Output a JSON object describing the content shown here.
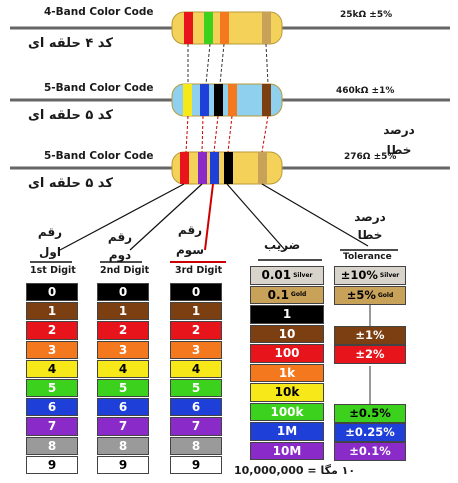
{
  "rows": [
    {
      "title": "4-Band Color Code",
      "fa": "کد ۴ حلقه ای",
      "value": "25kΩ ±5%"
    },
    {
      "title": "5-Band Color Code",
      "fa": "کد ۵ حلقه ای",
      "value": "460kΩ ±1%"
    },
    {
      "title": "5-Band Color Code",
      "fa": "کد ۵ حلقه ای",
      "value": "276Ω ±5%"
    }
  ],
  "percent_error_fa": "درصد خطا",
  "headers": {
    "d1_fa": "رقم اول",
    "d2_fa": "رقم دوم",
    "d3_fa": "رقم سوم",
    "mult_fa": "ضریب",
    "tol_fa": "درصد خطا",
    "d1": "1st Digit",
    "d2": "2nd Digit",
    "d3": "3rd Digit",
    "tol": "Tolerance"
  },
  "digit_colors": [
    "#000000",
    "#7b3f12",
    "#e8141c",
    "#f4781e",
    "#f7e819",
    "#3bd11c",
    "#1f3fd9",
    "#8a2bc9",
    "#9a9a9a",
    "#ffffff"
  ],
  "digits": [
    "0",
    "1",
    "2",
    "3",
    "4",
    "5",
    "6",
    "7",
    "8",
    "9"
  ],
  "multiplier": [
    {
      "label": "0.01",
      "sub": "Silver",
      "color": "#d8d4cc"
    },
    {
      "label": "0.1",
      "sub": "Gold",
      "color": "#c9a25a"
    },
    {
      "label": "1",
      "sub": "",
      "color": "#000000"
    },
    {
      "label": "10",
      "sub": "",
      "color": "#7b3f12"
    },
    {
      "label": "100",
      "sub": "",
      "color": "#e8141c"
    },
    {
      "label": "1k",
      "sub": "",
      "color": "#f4781e"
    },
    {
      "label": "10k",
      "sub": "",
      "color": "#f7e819"
    },
    {
      "label": "100k",
      "sub": "",
      "color": "#3bd11c"
    },
    {
      "label": "1M",
      "sub": "",
      "color": "#1f3fd9"
    },
    {
      "label": "10M",
      "sub": "",
      "color": "#8a2bc9"
    }
  ],
  "tolerance": [
    {
      "label": "±10%",
      "sub": "Silver",
      "color": "#d8d4cc"
    },
    {
      "label": "±5%",
      "sub": "Gold",
      "color": "#c9a25a"
    },
    {
      "label": "±1%",
      "sub": "",
      "color": "#7b3f12"
    },
    {
      "label": "±2%",
      "sub": "",
      "color": "#e8141c"
    },
    {
      "label": "±0.5%",
      "sub": "",
      "color": "#3bd11c"
    },
    {
      "label": "±0.25%",
      "sub": "",
      "color": "#1f3fd9"
    },
    {
      "label": "±0.1%",
      "sub": "",
      "color": "#8a2bc9"
    }
  ],
  "footer": "۱۰ مگا = 10,000,000",
  "resistor_bands": [
    [
      "#e8141c",
      "#3bd11c",
      "#f4781e",
      "#c9a25a"
    ],
    [
      "#f7e819",
      "#1f3fd9",
      "#000000",
      "#f4781e",
      "#7b3f12"
    ],
    [
      "#e8141c",
      "#8a2bc9",
      "#1f3fd9",
      "#000000",
      "#c9a25a"
    ]
  ],
  "body_colors": [
    "#f4d25a",
    "#8fd0ee",
    "#f4d25a"
  ]
}
